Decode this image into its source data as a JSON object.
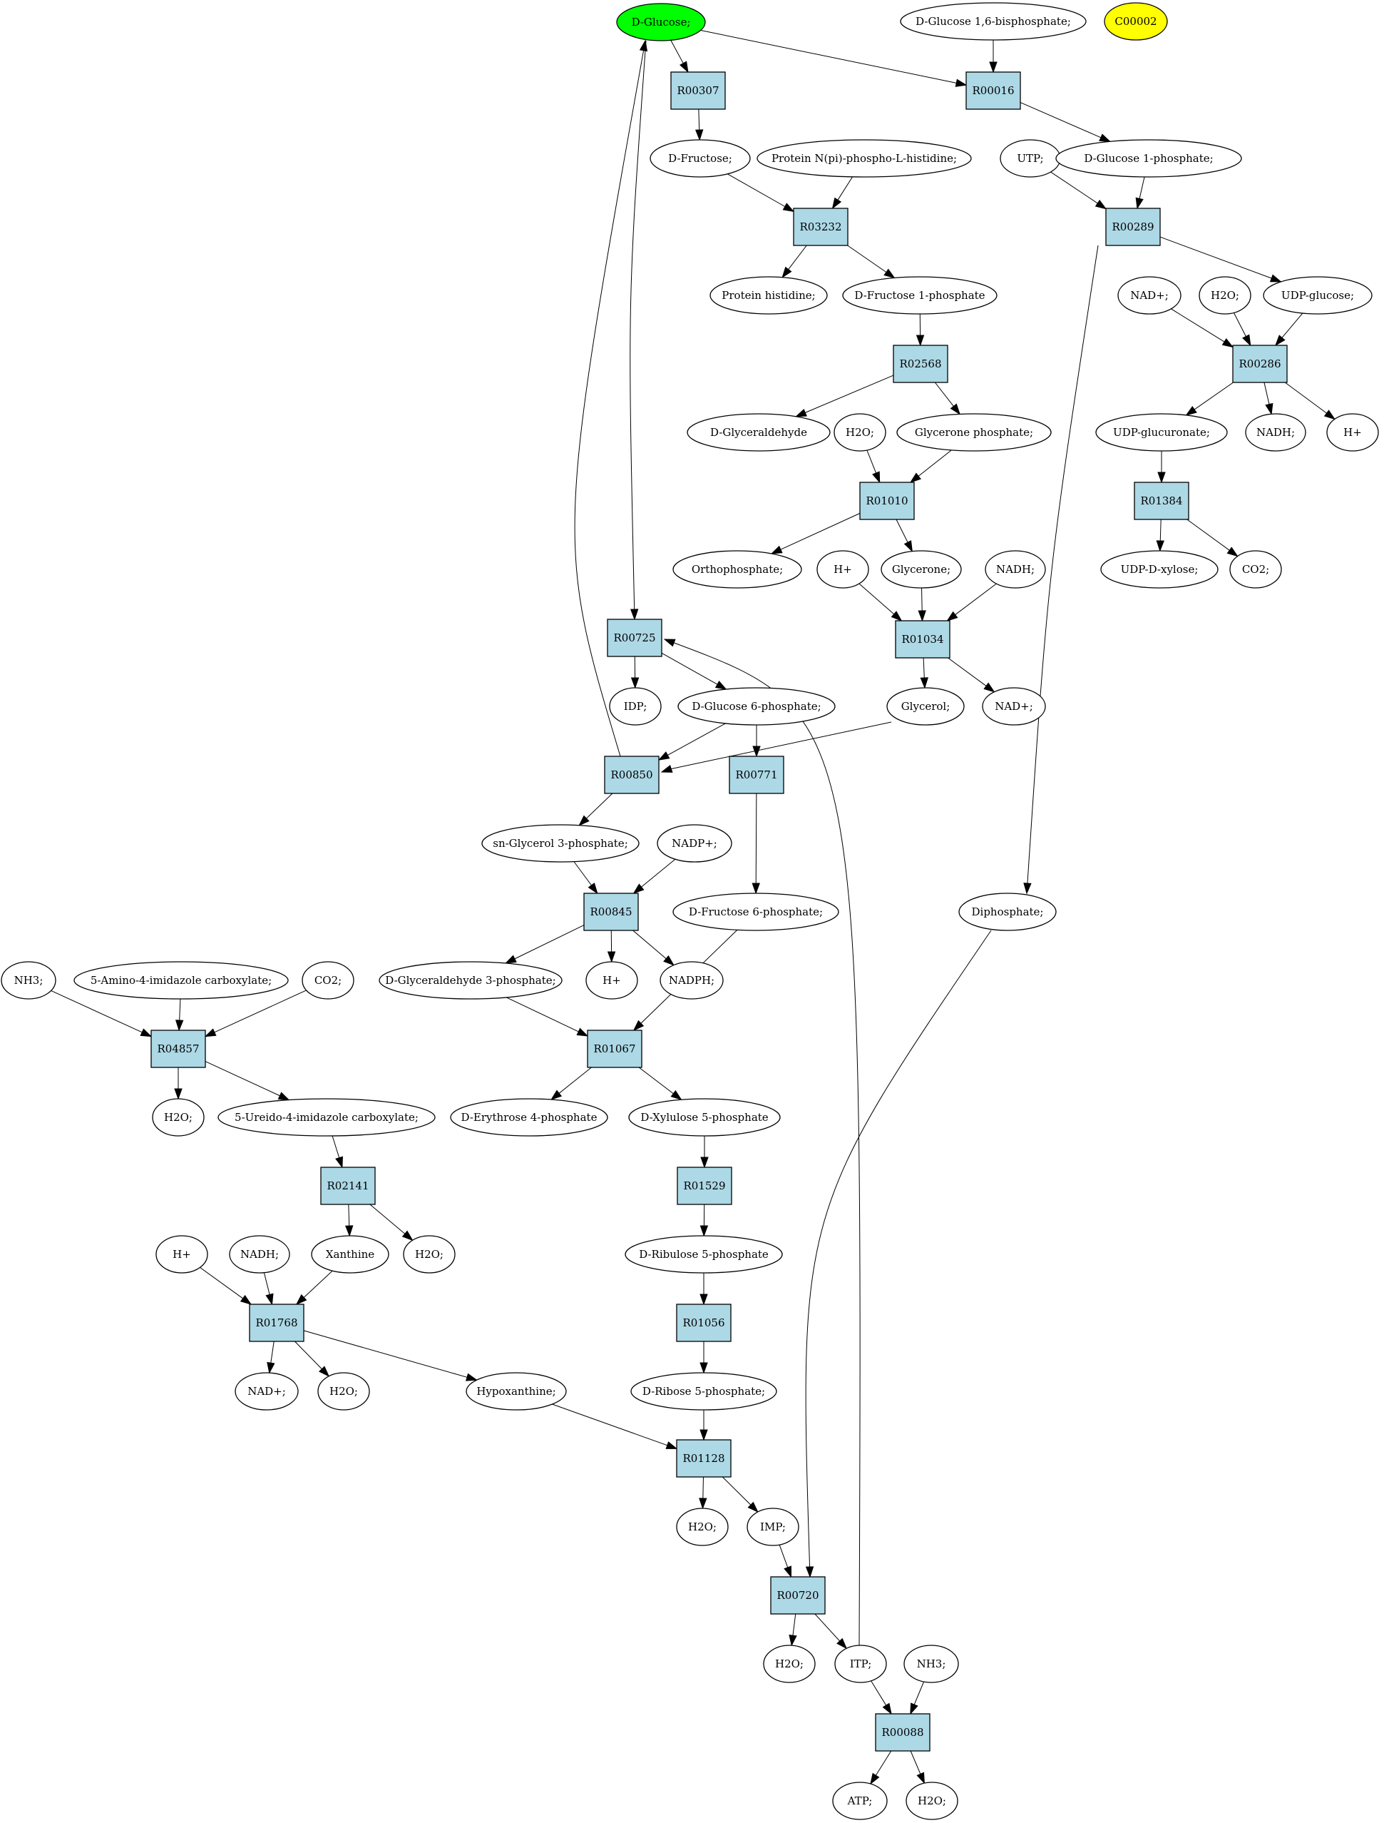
{
  "colors": {
    "reaction_fill": "#add8e6",
    "start_fill": "#00ff00",
    "highlight_fill": "#ffff00",
    "metabolite_fill": "#ffffff",
    "stroke": "#000000"
  },
  "nodes": {
    "glc": {
      "label": "D-Glucose;",
      "kind": "start"
    },
    "g16bp": {
      "label": "D-Glucose 1,6-bisphosphate;",
      "kind": "metabolite"
    },
    "c00002": {
      "label": "C00002",
      "kind": "highlight"
    },
    "r00307": {
      "label": "R00307",
      "kind": "reaction"
    },
    "r00016": {
      "label": "R00016",
      "kind": "reaction"
    },
    "fru": {
      "label": "D-Fructose;",
      "kind": "metabolite"
    },
    "protnpi": {
      "label": "Protein N(pi)-phospho-L-histidine;",
      "kind": "metabolite"
    },
    "utp": {
      "label": "UTP;",
      "kind": "metabolite"
    },
    "g1p": {
      "label": "D-Glucose 1-phosphate;",
      "kind": "metabolite"
    },
    "r03232": {
      "label": "R03232",
      "kind": "reaction"
    },
    "r00289": {
      "label": "R00289",
      "kind": "reaction"
    },
    "prothis": {
      "label": "Protein histidine;",
      "kind": "metabolite"
    },
    "f1p": {
      "label": "D-Fructose 1-phosphate",
      "kind": "metabolite"
    },
    "nadp_r": {
      "label": "NAD+;",
      "kind": "metabolite"
    },
    "h2o_r": {
      "label": "H2O;",
      "kind": "metabolite"
    },
    "udpglc": {
      "label": "UDP-glucose;",
      "kind": "metabolite"
    },
    "r02568": {
      "label": "R02568",
      "kind": "reaction"
    },
    "r00286": {
      "label": "R00286",
      "kind": "reaction"
    },
    "glyald": {
      "label": "D-Glyceraldehyde",
      "kind": "metabolite"
    },
    "h2o_a": {
      "label": "H2O;",
      "kind": "metabolite"
    },
    "glyp": {
      "label": "Glycerone phosphate;",
      "kind": "metabolite"
    },
    "udpgluc": {
      "label": "UDP-glucuronate;",
      "kind": "metabolite"
    },
    "nadh_r": {
      "label": "NADH;",
      "kind": "metabolite"
    },
    "hplus_r": {
      "label": "H+",
      "kind": "metabolite"
    },
    "r01010": {
      "label": "R01010",
      "kind": "reaction"
    },
    "r01384": {
      "label": "R01384",
      "kind": "reaction"
    },
    "orthop": {
      "label": "Orthophosphate;",
      "kind": "metabolite"
    },
    "hplus_a": {
      "label": "H+",
      "kind": "metabolite"
    },
    "glycerone": {
      "label": "Glycerone;",
      "kind": "metabolite"
    },
    "nadh_a": {
      "label": "NADH;",
      "kind": "metabolite"
    },
    "udpxyl": {
      "label": "UDP-D-xylose;",
      "kind": "metabolite"
    },
    "co2_r": {
      "label": "CO2;",
      "kind": "metabolite"
    },
    "r00725": {
      "label": "R00725",
      "kind": "reaction"
    },
    "r01034": {
      "label": "R01034",
      "kind": "reaction"
    },
    "idp": {
      "label": "IDP;",
      "kind": "metabolite"
    },
    "g6p": {
      "label": "D-Glucose 6-phosphate;",
      "kind": "metabolite"
    },
    "glycerol": {
      "label": "Glycerol;",
      "kind": "metabolite"
    },
    "nad_b": {
      "label": "NAD+;",
      "kind": "metabolite"
    },
    "r00850": {
      "label": "R00850",
      "kind": "reaction"
    },
    "r00771": {
      "label": "R00771",
      "kind": "reaction"
    },
    "g3p_sn": {
      "label": "sn-Glycerol 3-phosphate;",
      "kind": "metabolite"
    },
    "nadpplus": {
      "label": "NADP+;",
      "kind": "metabolite"
    },
    "r00845": {
      "label": "R00845",
      "kind": "reaction"
    },
    "f6p": {
      "label": "D-Fructose 6-phosphate;",
      "kind": "metabolite"
    },
    "diphos": {
      "label": "Diphosphate;",
      "kind": "metabolite"
    },
    "nh3_l": {
      "label": "NH3;",
      "kind": "metabolite"
    },
    "aica": {
      "label": "5-Amino-4-imidazole carboxylate;",
      "kind": "metabolite"
    },
    "co2_l": {
      "label": "CO2;",
      "kind": "metabolite"
    },
    "gap": {
      "label": "D-Glyceraldehyde 3-phosphate;",
      "kind": "metabolite"
    },
    "hplus_m": {
      "label": "H+",
      "kind": "metabolite"
    },
    "nadph": {
      "label": "NADPH;",
      "kind": "metabolite"
    },
    "r04857": {
      "label": "R04857",
      "kind": "reaction"
    },
    "r01067": {
      "label": "R01067",
      "kind": "reaction"
    },
    "h2o_l1": {
      "label": "H2O;",
      "kind": "metabolite"
    },
    "ureido": {
      "label": "5-Ureido-4-imidazole carboxylate;",
      "kind": "metabolite"
    },
    "e4p": {
      "label": "D-Erythrose 4-phosphate",
      "kind": "metabolite"
    },
    "xu5p": {
      "label": "D-Xylulose 5-phosphate",
      "kind": "metabolite"
    },
    "r02141": {
      "label": "R02141",
      "kind": "reaction"
    },
    "r01529": {
      "label": "R01529",
      "kind": "reaction"
    },
    "hplus_l": {
      "label": "H+",
      "kind": "metabolite"
    },
    "nadh_l": {
      "label": "NADH;",
      "kind": "metabolite"
    },
    "xanthine": {
      "label": "Xanthine",
      "kind": "metabolite"
    },
    "h2o_l2": {
      "label": "H2O;",
      "kind": "metabolite"
    },
    "ru5p": {
      "label": "D-Ribulose 5-phosphate",
      "kind": "metabolite"
    },
    "r01768": {
      "label": "R01768",
      "kind": "reaction"
    },
    "r01056": {
      "label": "R01056",
      "kind": "reaction"
    },
    "nad_l": {
      "label": "NAD+;",
      "kind": "metabolite"
    },
    "h2o_l3": {
      "label": "H2O;",
      "kind": "metabolite"
    },
    "hypox": {
      "label": "Hypoxanthine;",
      "kind": "metabolite"
    },
    "r5p": {
      "label": "D-Ribose 5-phosphate;",
      "kind": "metabolite"
    },
    "r01128": {
      "label": "R01128",
      "kind": "reaction"
    },
    "h2o_m1": {
      "label": "H2O;",
      "kind": "metabolite"
    },
    "imp": {
      "label": "IMP;",
      "kind": "metabolite"
    },
    "r00720": {
      "label": "R00720",
      "kind": "reaction"
    },
    "h2o_m2": {
      "label": "H2O;",
      "kind": "metabolite"
    },
    "itp": {
      "label": "ITP;",
      "kind": "metabolite"
    },
    "nh3_b": {
      "label": "NH3;",
      "kind": "metabolite"
    },
    "r00088": {
      "label": "R00088",
      "kind": "reaction"
    },
    "atp": {
      "label": "ATP;",
      "kind": "metabolite"
    },
    "h2o_b": {
      "label": "H2O;",
      "kind": "metabolite"
    }
  },
  "edges": [
    [
      "glc",
      "r00307"
    ],
    [
      "glc",
      "r00016"
    ],
    [
      "glc",
      "r00725"
    ],
    [
      "g16bp",
      "r00016"
    ],
    [
      "r00307",
      "fru"
    ],
    [
      "r00016",
      "g1p"
    ],
    [
      "fru",
      "r03232"
    ],
    [
      "protnpi",
      "r03232"
    ],
    [
      "r03232",
      "prothis"
    ],
    [
      "r03232",
      "f1p"
    ],
    [
      "utp",
      "r00289"
    ],
    [
      "g1p",
      "r00289"
    ],
    [
      "r00289",
      "udpglc"
    ],
    [
      "r00289",
      "diphos"
    ],
    [
      "f1p",
      "r02568"
    ],
    [
      "r02568",
      "glyald"
    ],
    [
      "r02568",
      "glyp"
    ],
    [
      "nadp_r",
      "r00286"
    ],
    [
      "h2o_r",
      "r00286"
    ],
    [
      "udpglc",
      "r00286"
    ],
    [
      "r00286",
      "udpgluc"
    ],
    [
      "r00286",
      "nadh_r"
    ],
    [
      "r00286",
      "hplus_r"
    ],
    [
      "h2o_a",
      "r01010"
    ],
    [
      "glyp",
      "r01010"
    ],
    [
      "r01010",
      "orthop"
    ],
    [
      "r01010",
      "glycerone"
    ],
    [
      "udpgluc",
      "r01384"
    ],
    [
      "r01384",
      "udpxyl"
    ],
    [
      "r01384",
      "co2_r"
    ],
    [
      "hplus_a",
      "r01034"
    ],
    [
      "glycerone",
      "r01034"
    ],
    [
      "nadh_a",
      "r01034"
    ],
    [
      "r01034",
      "glycerol"
    ],
    [
      "r01034",
      "nad_b"
    ],
    [
      "r00725",
      "idp"
    ],
    [
      "r00725",
      "g6p"
    ],
    [
      "itp",
      "r00725"
    ],
    [
      "g6p",
      "r00850"
    ],
    [
      "g6p",
      "r00771"
    ],
    [
      "glycerol",
      "r00850"
    ],
    [
      "r00850",
      "glc"
    ],
    [
      "r00850",
      "g3p_sn"
    ],
    [
      "r00771",
      "f6p"
    ],
    [
      "g3p_sn",
      "r00845"
    ],
    [
      "nadpplus",
      "r00845"
    ],
    [
      "r00845",
      "gap"
    ],
    [
      "r00845",
      "hplus_m"
    ],
    [
      "r00845",
      "nadph"
    ],
    [
      "nh3_l",
      "r04857"
    ],
    [
      "aica",
      "r04857"
    ],
    [
      "co2_l",
      "r04857"
    ],
    [
      "r04857",
      "h2o_l1"
    ],
    [
      "r04857",
      "ureido"
    ],
    [
      "gap",
      "r01067"
    ],
    [
      "f6p",
      "r01067"
    ],
    [
      "r01067",
      "e4p"
    ],
    [
      "r01067",
      "xu5p"
    ],
    [
      "ureido",
      "r02141"
    ],
    [
      "r02141",
      "xanthine"
    ],
    [
      "r02141",
      "h2o_l2"
    ],
    [
      "xu5p",
      "r01529"
    ],
    [
      "r01529",
      "ru5p"
    ],
    [
      "hplus_l",
      "r01768"
    ],
    [
      "nadh_l",
      "r01768"
    ],
    [
      "xanthine",
      "r01768"
    ],
    [
      "r01768",
      "nad_l"
    ],
    [
      "r01768",
      "h2o_l3"
    ],
    [
      "r01768",
      "hypox"
    ],
    [
      "ru5p",
      "r01056"
    ],
    [
      "r01056",
      "r5p"
    ],
    [
      "hypox",
      "r01128"
    ],
    [
      "r5p",
      "r01128"
    ],
    [
      "r01128",
      "h2o_m1"
    ],
    [
      "r01128",
      "imp"
    ],
    [
      "imp",
      "r00720"
    ],
    [
      "diphos",
      "r00720"
    ],
    [
      "r00720",
      "h2o_m2"
    ],
    [
      "r00720",
      "itp"
    ],
    [
      "itp",
      "r00088"
    ],
    [
      "nh3_b",
      "r00088"
    ],
    [
      "r00088",
      "atp"
    ],
    [
      "r00088",
      "h2o_b"
    ]
  ]
}
